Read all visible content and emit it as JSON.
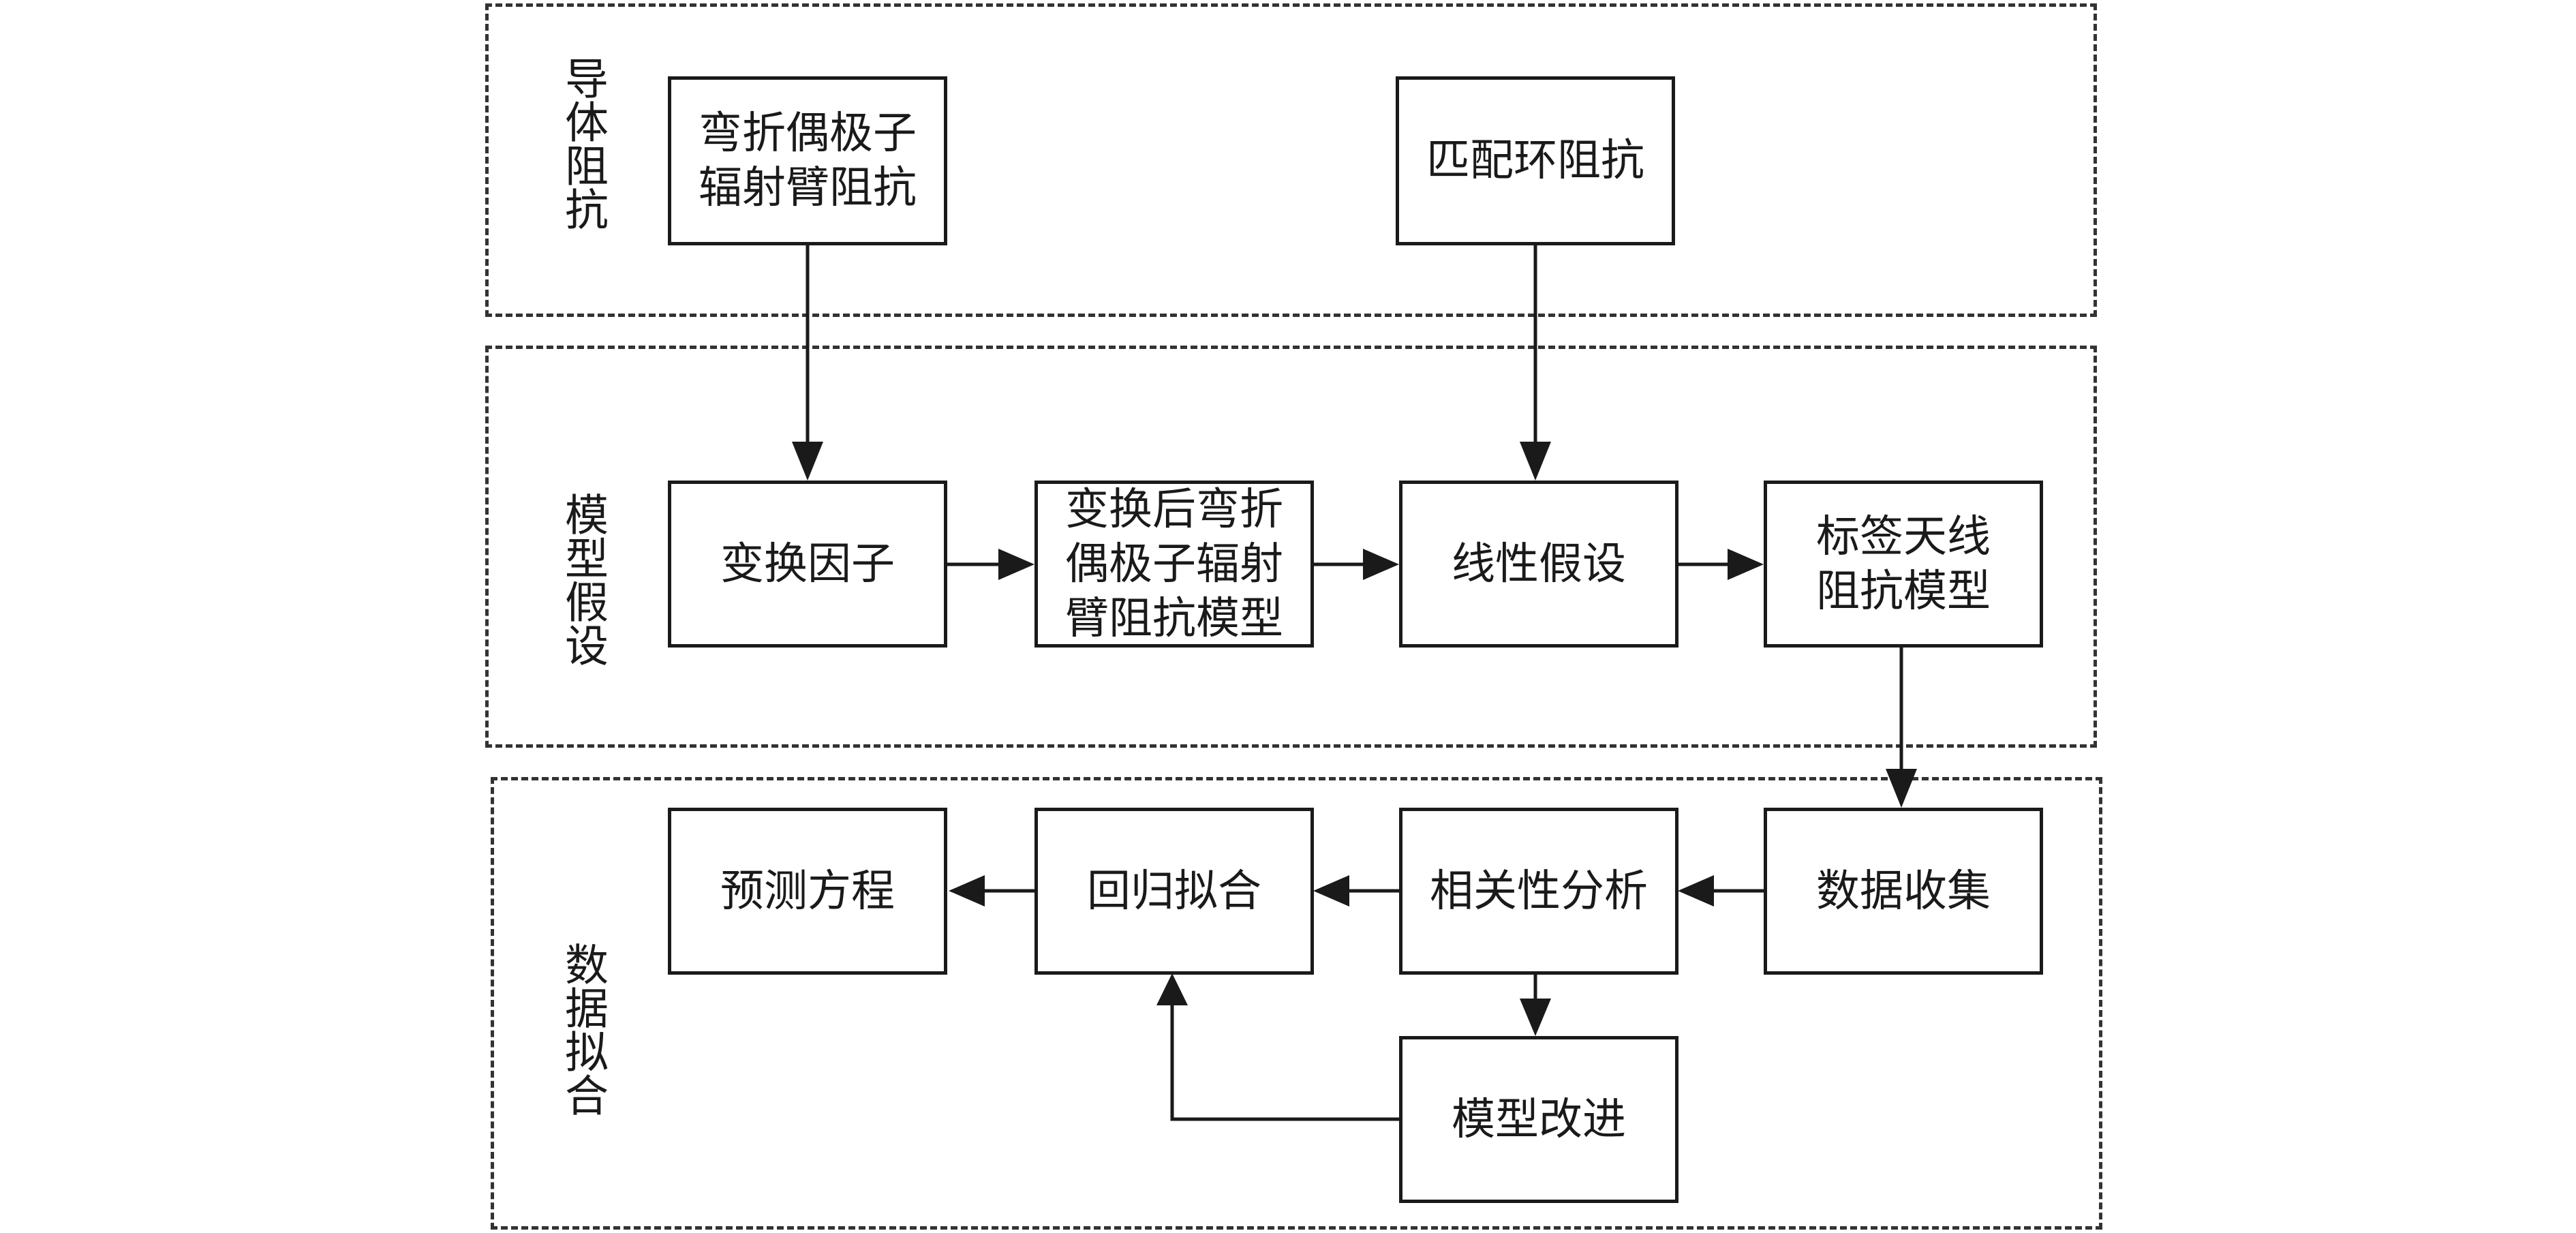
{
  "sections": {
    "conductor_impedance": "导体阻抗",
    "model_assumption": "模型假设",
    "data_fitting": "数据拟合"
  },
  "nodes": {
    "bent_dipole_impedance": "弯折偶极子\n辐射臂阻抗",
    "matching_loop_impedance": "匹配环阻抗",
    "transform_factor": "变换因子",
    "transformed_model": "变换后弯折\n偶极子辐射\n臂阻抗模型",
    "linear_assumption": "线性假设",
    "tag_antenna_model": "标签天线\n阻抗模型",
    "data_collection": "数据收集",
    "correlation_analysis": "相关性分析",
    "regression_fitting": "回归拟合",
    "prediction_equation": "预测方程",
    "model_improvement": "模型改进"
  },
  "colors": {
    "stroke": "#1a1a1a",
    "dash": "#333333",
    "background": "#ffffff"
  }
}
